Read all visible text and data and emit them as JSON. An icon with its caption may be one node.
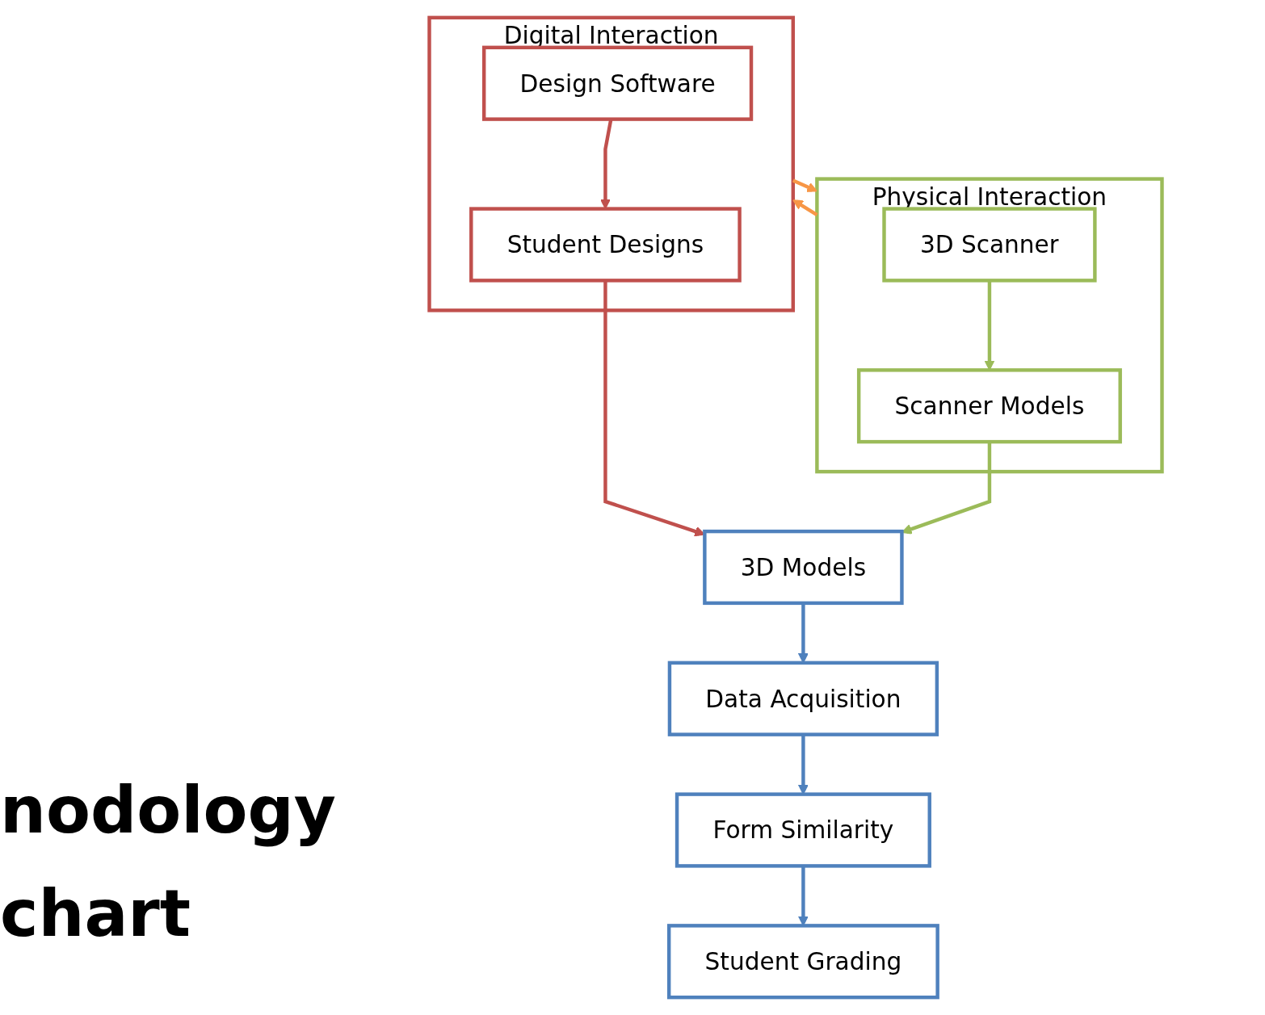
{
  "diagram": {
    "nodes": [
      {
        "text": [
          "Digital Interaction"
        ]
      },
      {
        "text": [
          "Design Software"
        ],
        "in": 0
      },
      {
        "text": [
          "Student Designs"
        ],
        "in": 0
      },
      {
        "text": [
          "Physical Interaction"
        ]
      },
      {
        "text": [
          "3D Scanner"
        ],
        "in": 3
      },
      {
        "text": [
          "Scanner Models"
        ],
        "in": 3
      },
      {
        "text": [
          "3D Models"
        ]
      },
      {
        "text": [
          "Data Acquisition"
        ]
      },
      {
        "text": [
          "Form Similarity"
        ]
      },
      {
        "text": [
          "Student Grading"
        ]
      }
    ],
    "edges": [
      {
        "from": 1,
        "to": 2,
        "arrow": "to",
        "color": "#c0504d"
      },
      {
        "from": 0,
        "to": 3,
        "arrow": "to",
        "color": "#f79646"
      },
      {
        "from": 3,
        "to": 0,
        "arrow": "to",
        "color": "#f79646"
      },
      {
        "from": 4,
        "to": 5,
        "arrow": "to",
        "color": "#9bbb59"
      },
      {
        "from": 2,
        "to": 6,
        "arrow": "to",
        "color": "#c0504d"
      },
      {
        "from": 5,
        "to": 6,
        "arrow": "to",
        "color": "#9bbb59"
      },
      {
        "from": 6,
        "to": 7,
        "arrow": "to"
      },
      {
        "from": 7,
        "to": 8,
        "arrow": "to"
      },
      {
        "from": 8,
        "to": 9,
        "arrow": "to"
      }
    ],
    "labels": [
      "nodology",
      "chart"
    ]
  }
}
